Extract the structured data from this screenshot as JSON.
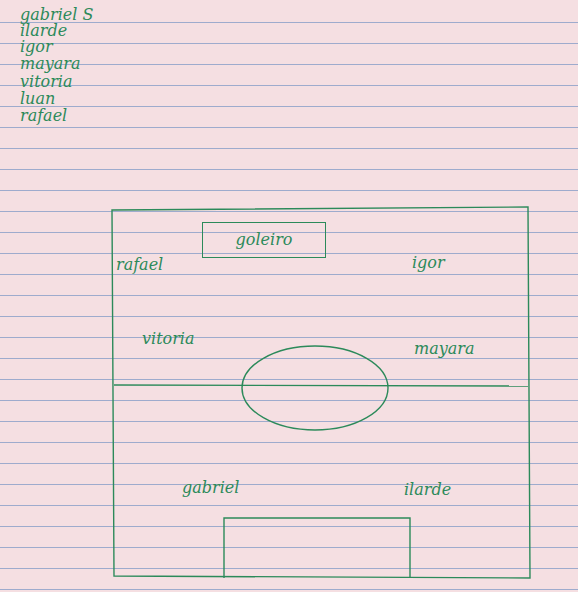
{
  "diagram": {
    "nodes": [
      {
        "text": [
          "goleiro"
        ]
      }
    ],
    "labels": [
      "gabriel S",
      "ilarde",
      "igor",
      "mayara",
      "vitoria",
      "luan",
      "rafael",
      "rafael",
      "igor",
      "vitoria",
      "mayara",
      "gabriel",
      "ilarde"
    ]
  }
}
